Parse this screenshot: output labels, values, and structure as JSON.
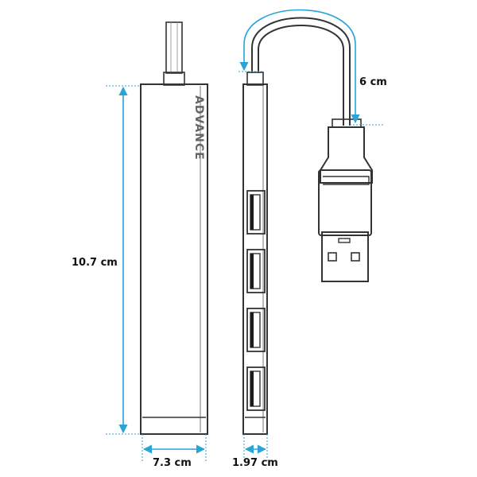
{
  "diagram": {
    "brand_text": "ADVANCE",
    "dimensions": {
      "height": "10.7 cm",
      "width": "7.3 cm",
      "depth": "1.97 cm",
      "cable": "6 cm"
    },
    "usb_port_count": 4,
    "colors": {
      "dimension_line": "#29a3d8",
      "outline": "#333333",
      "dark": "#1c1c1c",
      "brand": "#555555"
    }
  }
}
